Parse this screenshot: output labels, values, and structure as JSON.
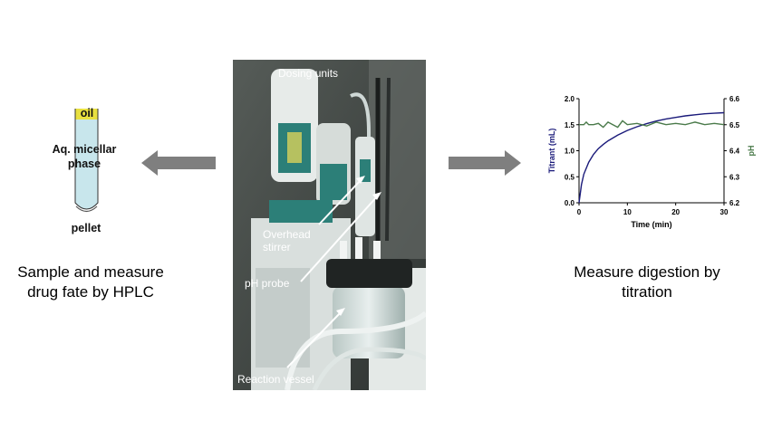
{
  "tube": {
    "oil_label": "oil",
    "micellar_label_line1": "Aq. micellar",
    "micellar_label_line2": "phase",
    "pellet_label": "pellet"
  },
  "captions": {
    "left_line1": "Sample and measure",
    "left_line2": "drug fate by HPLC",
    "right_line1": "Measure digestion by",
    "right_line2": "titration"
  },
  "photo_labels": {
    "dosing_units": "Dosing units",
    "overhead_stirrer_line1": "Overhead",
    "overhead_stirrer_line2": "stirrer",
    "ph_probe": "pH probe",
    "reaction_vessel": "Reaction vessel"
  },
  "colors": {
    "arrow": "#7f7f7f",
    "oil": "#e8e040",
    "phase": "#c8e6ec",
    "titrant": "#1a1a7a",
    "ph": "#4a7a4a"
  },
  "chart_data": {
    "type": "line",
    "xlabel": "Time (min)",
    "ylabel_left": "Titrant (mL)",
    "ylabel_right": "pH",
    "xlim": [
      0,
      30
    ],
    "ylim_left": [
      0.0,
      2.0
    ],
    "ylim_right": [
      6.2,
      6.6
    ],
    "x_ticks": [
      "0",
      "10",
      "20",
      "30"
    ],
    "y_ticks_left": [
      "0.0",
      "0.5",
      "1.0",
      "1.5",
      "2.0"
    ],
    "y_ticks_right": [
      "6.2",
      "6.3",
      "6.4",
      "6.5",
      "6.6"
    ],
    "series": [
      {
        "axis": "left",
        "color": "#1a1a7a",
        "x": [
          0,
          0.5,
          1,
          2,
          3,
          4,
          5,
          6,
          8,
          10,
          12,
          14,
          16,
          18,
          20,
          22,
          24,
          26,
          28,
          30
        ],
        "y": [
          0.0,
          0.35,
          0.55,
          0.78,
          0.93,
          1.04,
          1.12,
          1.19,
          1.3,
          1.39,
          1.46,
          1.52,
          1.57,
          1.61,
          1.64,
          1.67,
          1.69,
          1.71,
          1.72,
          1.73
        ]
      },
      {
        "axis": "right",
        "color": "#4a7a4a",
        "x": [
          0,
          1,
          1.5,
          2,
          3,
          4,
          5,
          6,
          7,
          8,
          9,
          10,
          12,
          14,
          16,
          18,
          20,
          22,
          24,
          26,
          28,
          30
        ],
        "y": [
          6.5,
          6.5,
          6.51,
          6.5,
          6.5,
          6.505,
          6.49,
          6.51,
          6.5,
          6.49,
          6.515,
          6.5,
          6.505,
          6.495,
          6.51,
          6.5,
          6.505,
          6.5,
          6.51,
          6.5,
          6.505,
          6.5
        ]
      }
    ]
  }
}
